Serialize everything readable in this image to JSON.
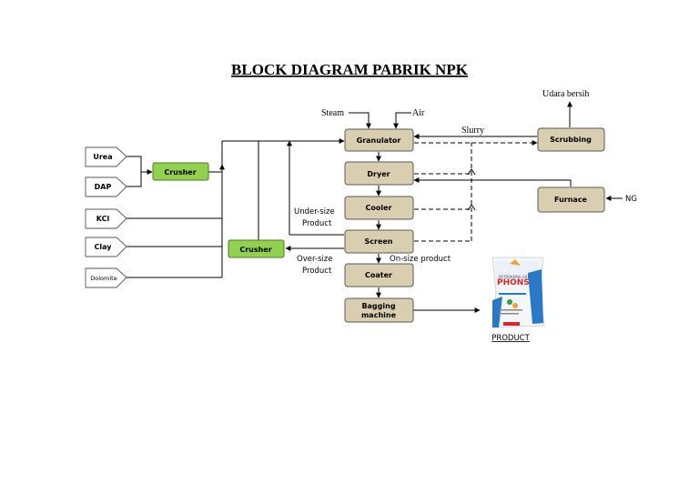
{
  "title": "BLOCK DIAGRAM PABRIK NPK",
  "inputs": {
    "urea": "Urea",
    "dap": "DAP",
    "kcl": "KCl",
    "clay": "Clay",
    "dolomite": "Dolomite"
  },
  "units": {
    "crusher_top": "Crusher",
    "crusher_bottom": "Crusher",
    "granulator": "Granulator",
    "dryer": "Dryer",
    "cooler": "Cooler",
    "screen": "Screen",
    "coater": "Coater",
    "bagging_line1": "Bagging",
    "bagging_line2": "machine",
    "scrubbing": "Scrubbing",
    "furnace": "Furnace"
  },
  "labels": {
    "steam": "Steam",
    "air": "Air",
    "slurry": "Slurry",
    "udara_bersih": "Udara bersih",
    "ng": "NG",
    "under_size_1": "Under-size",
    "under_size_2": "Product",
    "over_size_1": "Over-size",
    "over_size_2": "Product",
    "on_size": "On-size product",
    "product": "PRODUCT"
  },
  "bag": {
    "brand": "PHONSKA",
    "maker": "PETROKIMIA GRESIK",
    "colors": {
      "blue": "#2a79c9",
      "red": "#d9262c",
      "green": "#2f9e44"
    }
  },
  "colors": {
    "process_fill": "#d9cfb0",
    "crusher_fill": "#92d050"
  }
}
